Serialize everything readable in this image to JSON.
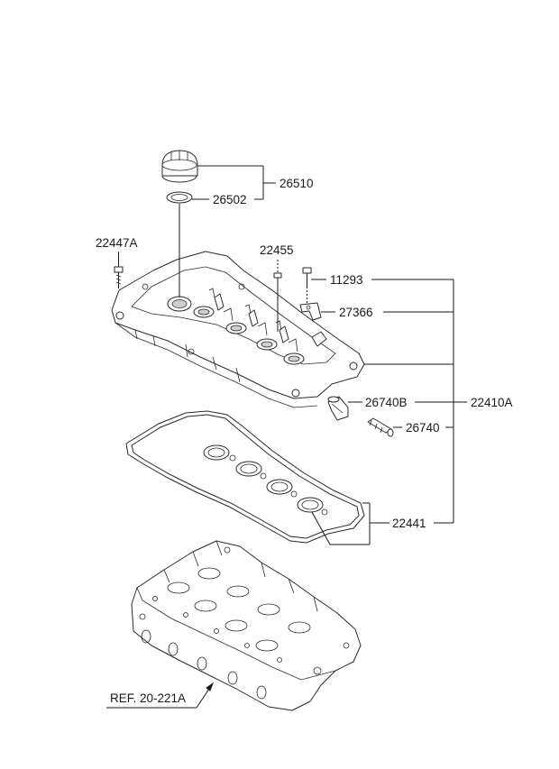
{
  "labels": {
    "p26510": "26510",
    "p26502": "26502",
    "p22447A": "22447A",
    "p22455": "22455",
    "p11293": "11293",
    "p27366": "27366",
    "p26740B": "26740B",
    "p22410A": "22410A",
    "p26740": "26740",
    "p22441": "22441",
    "ref": "REF. 20-221A"
  }
}
